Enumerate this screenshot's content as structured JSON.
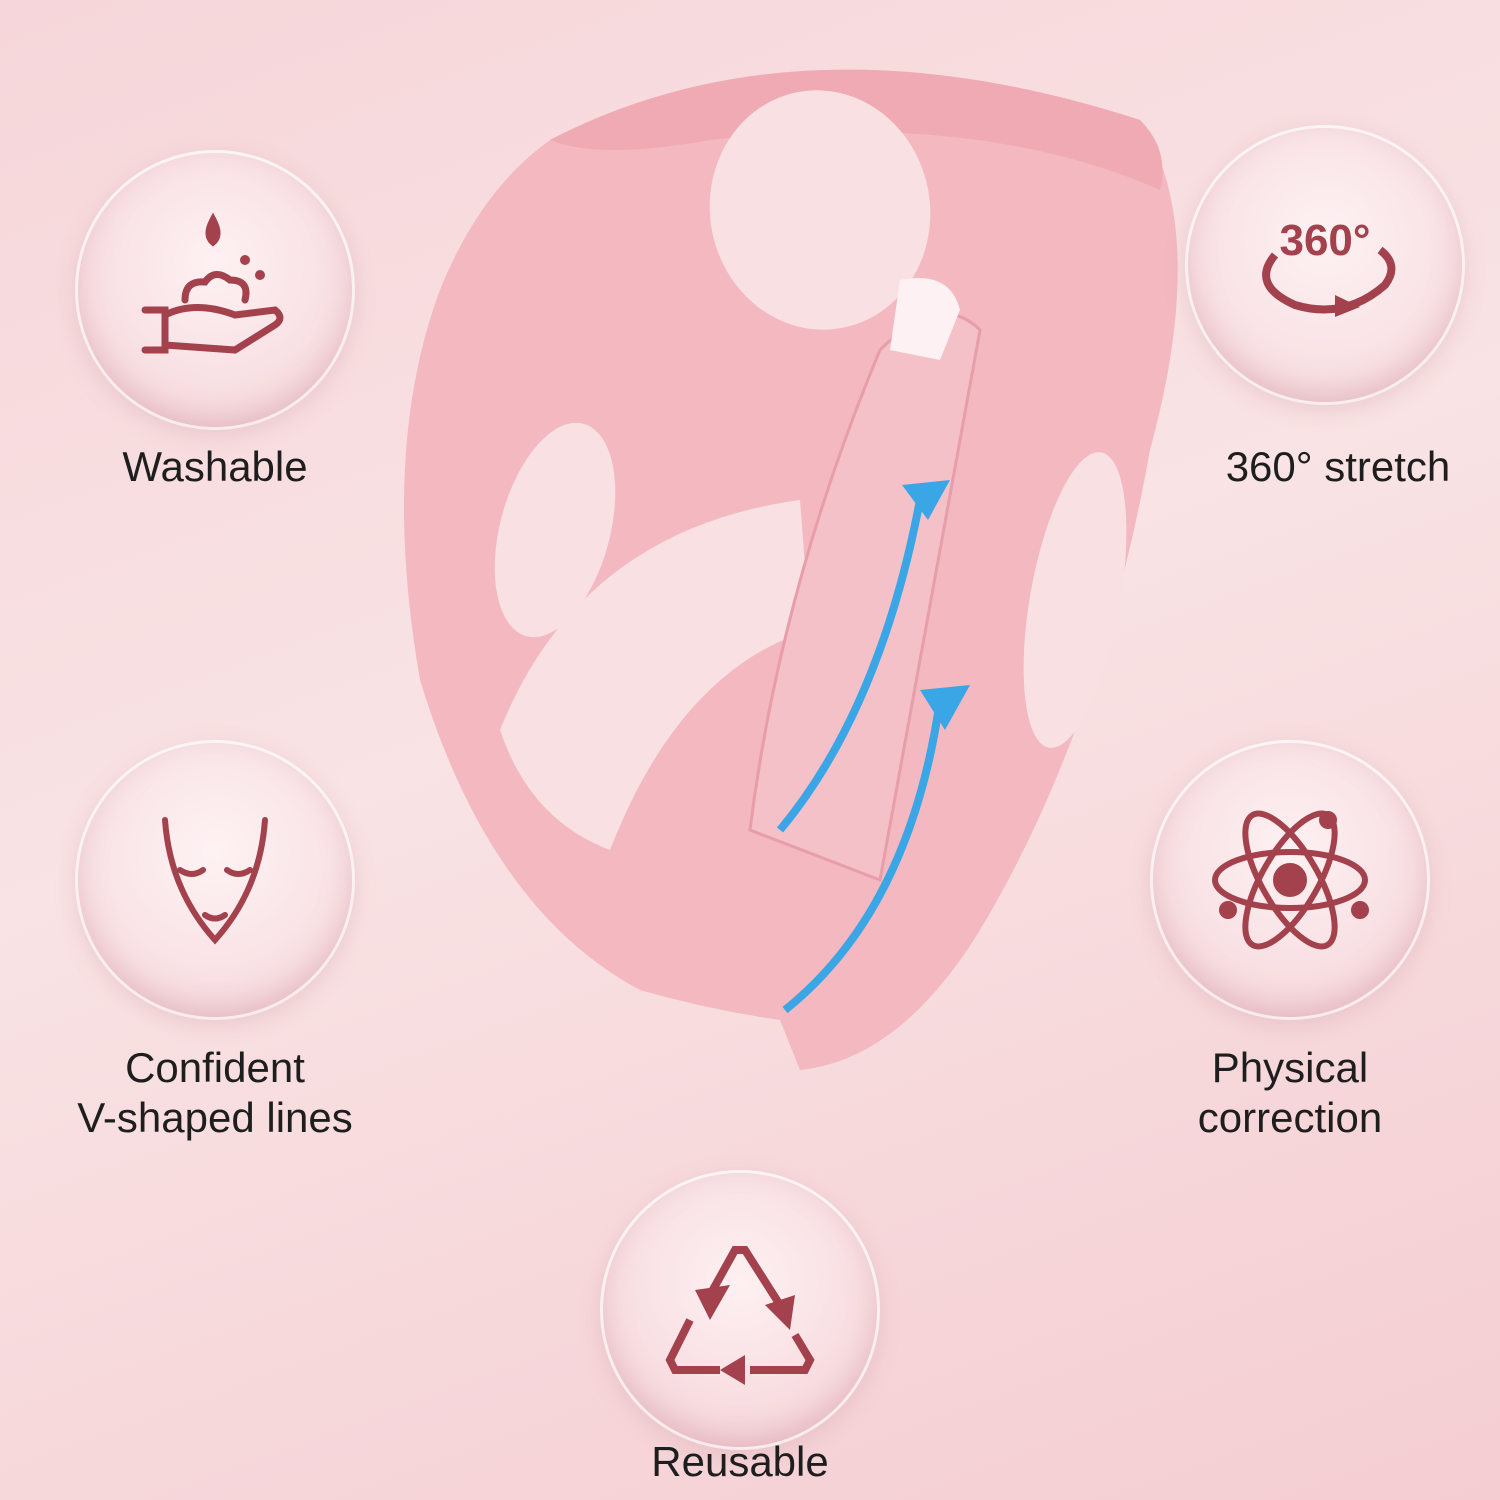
{
  "features": [
    {
      "icon": "washing-hands-icon",
      "label": "Washable"
    },
    {
      "icon": "rotation-360-icon",
      "label": "360° stretch",
      "icon_text": "360°"
    },
    {
      "icon": "face-icon",
      "label_line1": "Confident",
      "label_line2": "V-shaped lines"
    },
    {
      "icon": "atom-icon",
      "label_line1": "Physical",
      "label_line2": "correction"
    },
    {
      "icon": "recycle-icon",
      "label": "Reusable"
    }
  ],
  "colors": {
    "icon": "#a3414d",
    "background": "#f7d9dc",
    "product": "#f3b7bf",
    "arrow": "#3aa6e6"
  }
}
